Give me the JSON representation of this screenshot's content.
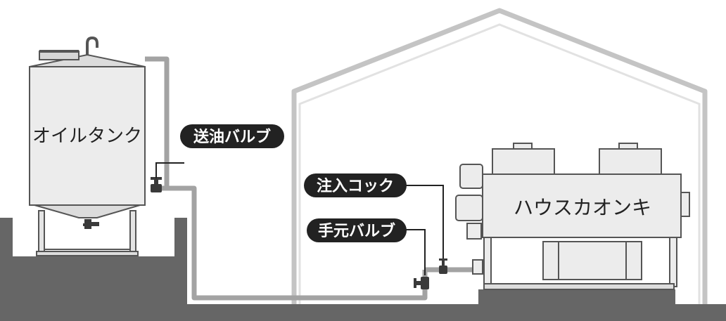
{
  "labels": {
    "oil_tank": "オイルタンク",
    "supply_valve": "送油バルブ",
    "injection_cock": "注入コック",
    "hand_valve": "手元バルブ",
    "heater": "ハウスカオンキ"
  },
  "colors": {
    "ground": "#666666",
    "pipe": "#a3a3a3",
    "house_outline": "#c4c4c4",
    "tank_body": "#ececec",
    "tank_stroke": "#555555",
    "valve": "#3a3a3a",
    "callout_bg": "#222222",
    "callout_text": "#ffffff"
  }
}
